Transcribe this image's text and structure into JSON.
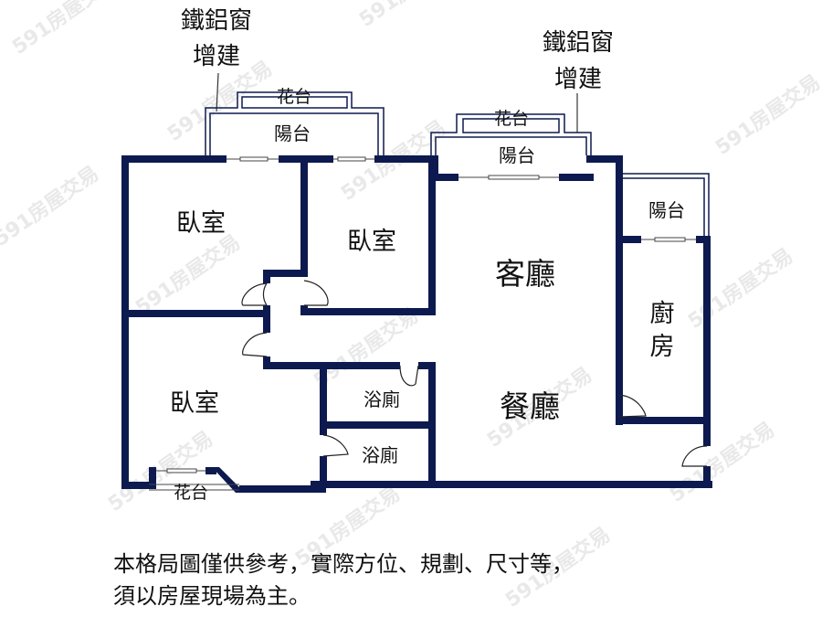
{
  "annotations": {
    "left_addition": [
      "鐵鋁窗",
      "增建"
    ],
    "right_addition": [
      "鐵鋁窗",
      "增建"
    ]
  },
  "rooms": {
    "bedroom_top_left": "臥室",
    "bedroom_top_middle": "臥室",
    "bedroom_bottom_left": "臥室",
    "living_room": "客廳",
    "dining_room": "餐廳",
    "kitchen": [
      "廚",
      "房"
    ],
    "bathroom_1": "浴廁",
    "bathroom_2": "浴廁",
    "balcony_left": "陽台",
    "balcony_middle": "陽台",
    "balcony_right": "陽台",
    "planter_left_top": "花台",
    "planter_middle_top": "花台",
    "planter_bottom": "花台"
  },
  "disclaimer": {
    "line1": "本格局圖僅供參考，實際方位、規劃、尺寸等，",
    "line2": "須以房屋現場為主。"
  },
  "watermark": "591房屋交易",
  "colors": {
    "wall": "#0d1a4f",
    "background": "#ffffff"
  }
}
